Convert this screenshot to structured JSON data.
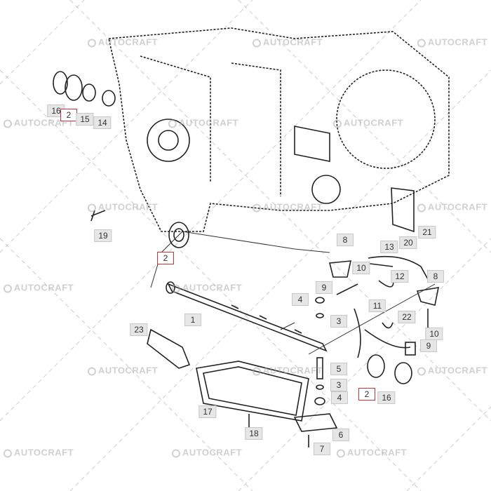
{
  "watermark": "AUTOCRAFT",
  "highlight_color": "#d0302f",
  "labels": [
    "16",
    "2",
    "15",
    "14",
    "19",
    "2",
    "21",
    "20",
    "13",
    "8",
    "10",
    "12",
    "9",
    "4",
    "3",
    "11",
    "22",
    "8",
    "10",
    "9",
    "1",
    "23",
    "5",
    "3",
    "4",
    "2",
    "16",
    "17",
    "18",
    "6",
    "7"
  ]
}
